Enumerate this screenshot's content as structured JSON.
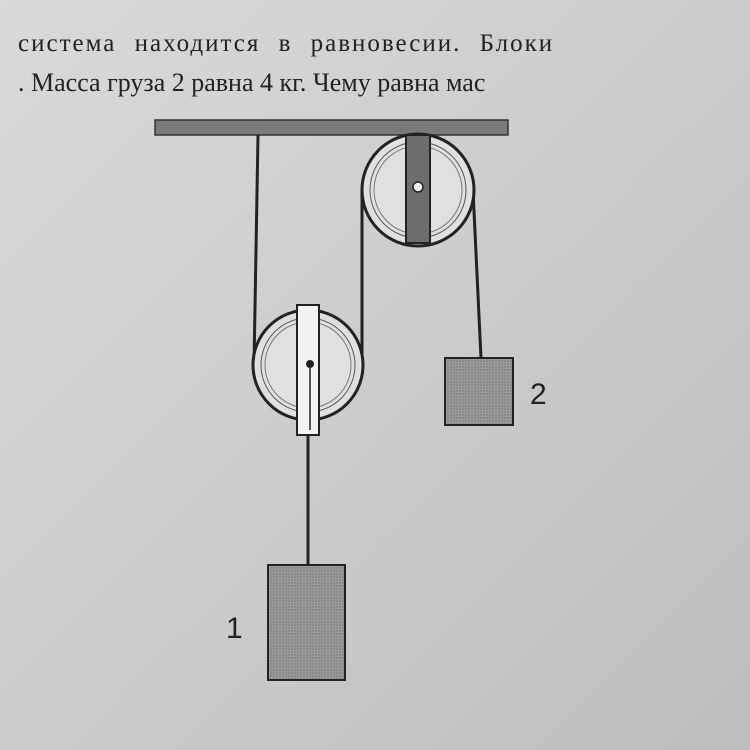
{
  "text": {
    "line1": "система находится в равновесии. Блоки",
    "line2": ". Масса груза 2 равна 4 кг. Чему равна мас"
  },
  "diagram": {
    "label_load1": "1",
    "label_load2": "2"
  }
}
